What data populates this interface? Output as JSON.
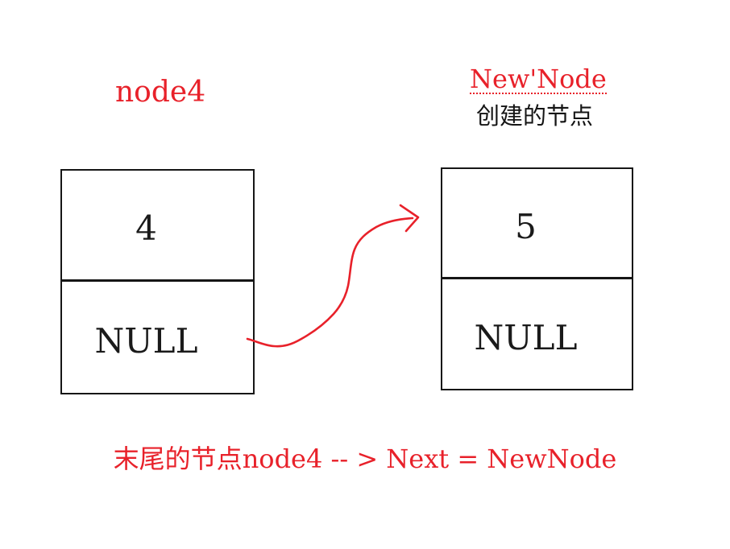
{
  "colors": {
    "red": "#e8212a",
    "line_black": "#161616",
    "text_black": "#141414"
  },
  "left_node": {
    "label": "node4",
    "value": "4",
    "next": "NULL"
  },
  "right_node": {
    "label": "New'Node",
    "sublabel": "创建的节点",
    "value": "5",
    "next": "NULL"
  },
  "caption": {
    "zh": "末尾的节点",
    "latin": "node4 -- > Next = NewNode"
  }
}
